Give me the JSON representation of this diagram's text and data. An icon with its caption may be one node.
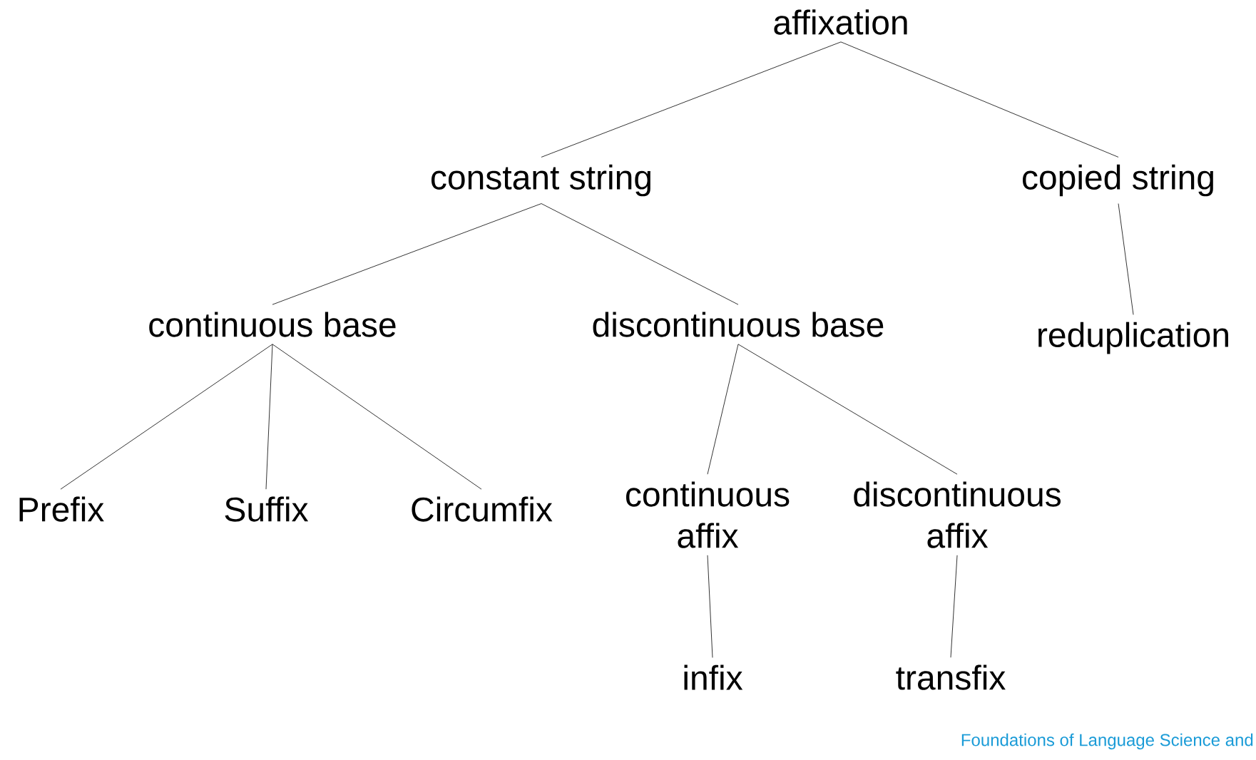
{
  "diagram": {
    "nodes": [
      {
        "text": [
          "affixation"
        ]
      },
      {
        "text": [
          "constant string"
        ]
      },
      {
        "text": [
          "copied string"
        ]
      },
      {
        "text": [
          "continuous base"
        ]
      },
      {
        "text": [
          "discontinuous base"
        ]
      },
      {
        "text": [
          "reduplication"
        ]
      },
      {
        "text": [
          "Prefix"
        ]
      },
      {
        "text": [
          "Suffix"
        ]
      },
      {
        "text": [
          "Circumfix"
        ]
      },
      {
        "text": [
          "continuous affix"
        ]
      },
      {
        "text": [
          "discontinuous affix"
        ]
      },
      {
        "text": [
          "infix"
        ]
      },
      {
        "text": [
          "transfix"
        ]
      }
    ],
    "edges": [
      {
        "from": 0,
        "to": 1,
        "arrow": "none"
      },
      {
        "from": 0,
        "to": 2,
        "arrow": "none"
      },
      {
        "from": 1,
        "to": 3,
        "arrow": "none"
      },
      {
        "from": 1,
        "to": 4,
        "arrow": "none"
      },
      {
        "from": 2,
        "to": 5,
        "arrow": "none"
      },
      {
        "from": 3,
        "to": 6,
        "arrow": "none"
      },
      {
        "from": 3,
        "to": 7,
        "arrow": "none"
      },
      {
        "from": 3,
        "to": 8,
        "arrow": "none"
      },
      {
        "from": 4,
        "to": 9,
        "arrow": "none"
      },
      {
        "from": 4,
        "to": 10,
        "arrow": "none"
      },
      {
        "from": 9,
        "to": 11,
        "arrow": "none"
      },
      {
        "from": 10,
        "to": 12,
        "arrow": "none"
      }
    ],
    "labels": [
      "Foundations of Language Science and"
    ]
  }
}
